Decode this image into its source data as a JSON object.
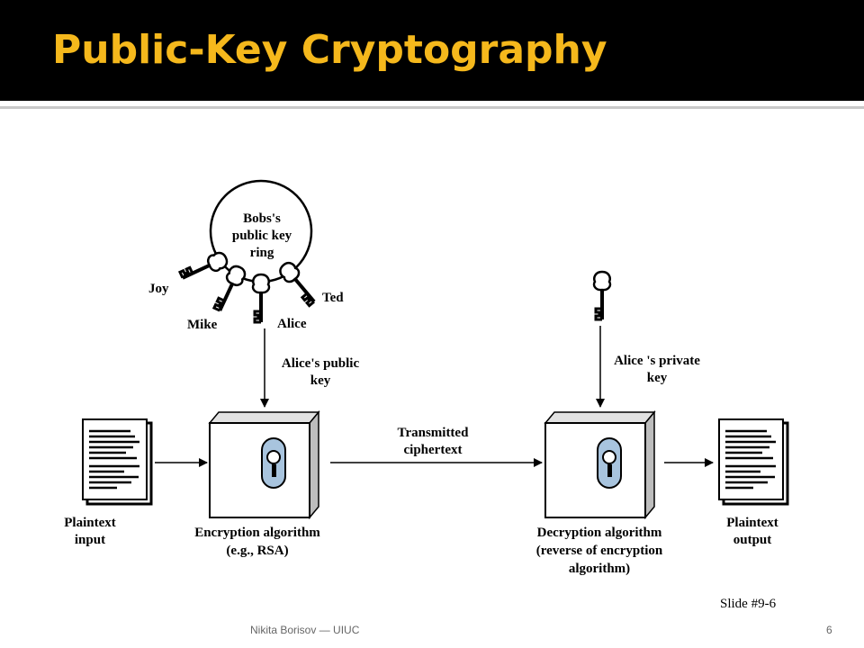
{
  "slide": {
    "title": "Public-Key Cryptography",
    "slide_id": "Slide #9-6",
    "footer_author": "Nikita Borisov — UIUC",
    "page_number": "6"
  },
  "diagram": {
    "key_ring_label": [
      "Bobs's",
      "public key",
      "ring"
    ],
    "key_names": {
      "joy": "Joy",
      "mike": "Mike",
      "alice": "Alice",
      "ted": "Ted"
    },
    "public_key_label": [
      "Alice's public",
      "key"
    ],
    "private_key_label": [
      "Alice 's private",
      "key"
    ],
    "transmit_label": [
      "Transmitted",
      "ciphertext"
    ],
    "plaintext_input": [
      "Plaintext",
      "input"
    ],
    "plaintext_output": [
      "Plaintext",
      "output"
    ],
    "encryption_label": [
      "Encryption algorithm",
      "(e.g., RSA)"
    ],
    "decryption_label": [
      "Decryption algorithm",
      "(reverse of encryption",
      "algorithm)"
    ]
  },
  "colors": {
    "title_text": "#f5b81c",
    "title_bar": "#000000",
    "lock_fill": "#a8c4de"
  }
}
